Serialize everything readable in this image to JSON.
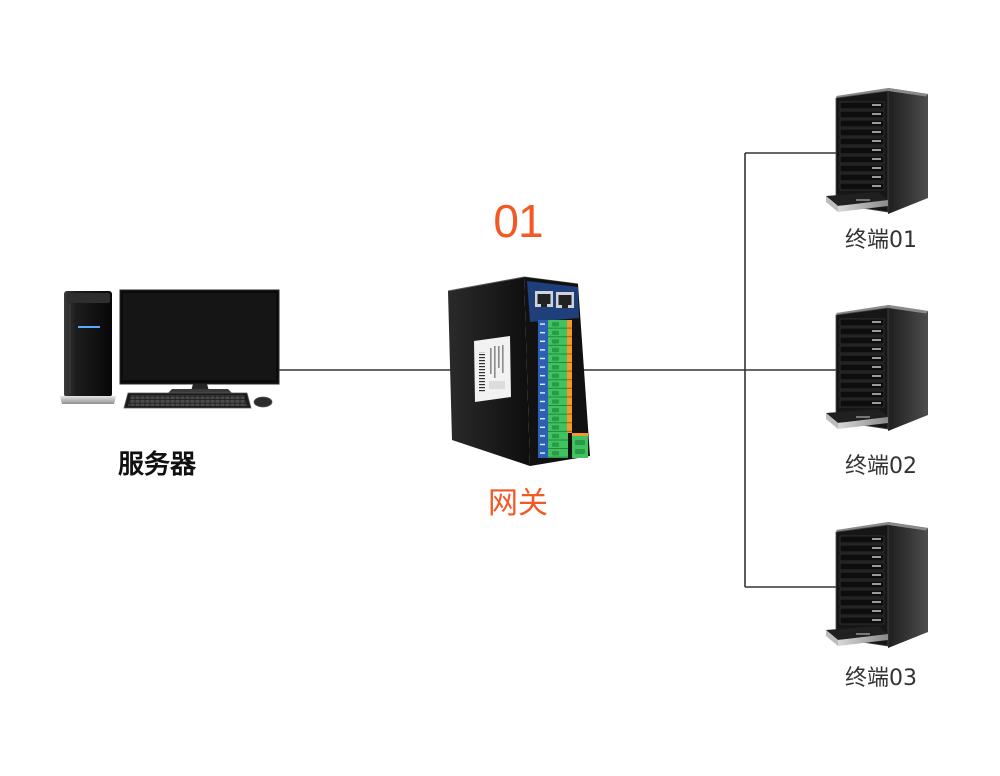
{
  "colors": {
    "accent": "#f15a24",
    "line": "#333333",
    "text_dark": "#111111",
    "text_gray": "#333333"
  },
  "server": {
    "label": "服务器",
    "icon": "desktop-computer-icon"
  },
  "gateway": {
    "number": "01",
    "label": "网关",
    "icon": "gateway-device-icon"
  },
  "terminals": [
    {
      "label": "终端01",
      "icon": "storage-server-icon"
    },
    {
      "label": "终端02",
      "icon": "storage-server-icon"
    },
    {
      "label": "终端03",
      "icon": "storage-server-icon"
    }
  ]
}
